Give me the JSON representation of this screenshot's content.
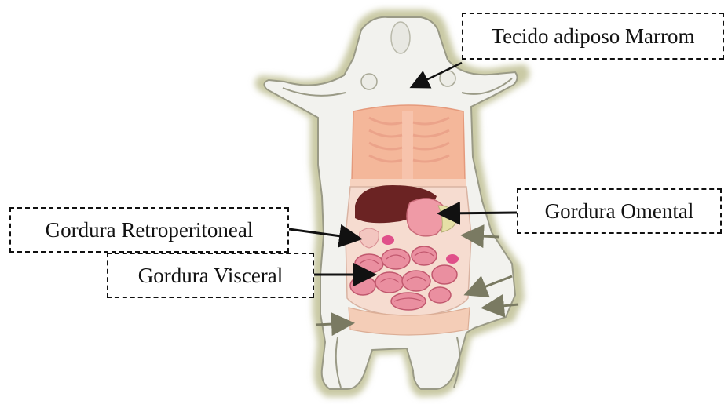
{
  "labels": {
    "brown_adipose": "Tecido adiposo Marrom",
    "omental_fat": "Gordura Omental",
    "retroperitoneal_fat": "Gordura Retroperitoneal",
    "visceral_fat": "Gordura Visceral"
  },
  "colors": {
    "body_fill": "#f2f2ee",
    "body_outline": "#8a8a78",
    "halo": "#bfbf9a",
    "thorax": "#f4b79a",
    "liver": "#6b2323",
    "intestine": "#ea8fa0",
    "arrow_black": "#111111",
    "arrow_gray": "#7a7a62"
  }
}
